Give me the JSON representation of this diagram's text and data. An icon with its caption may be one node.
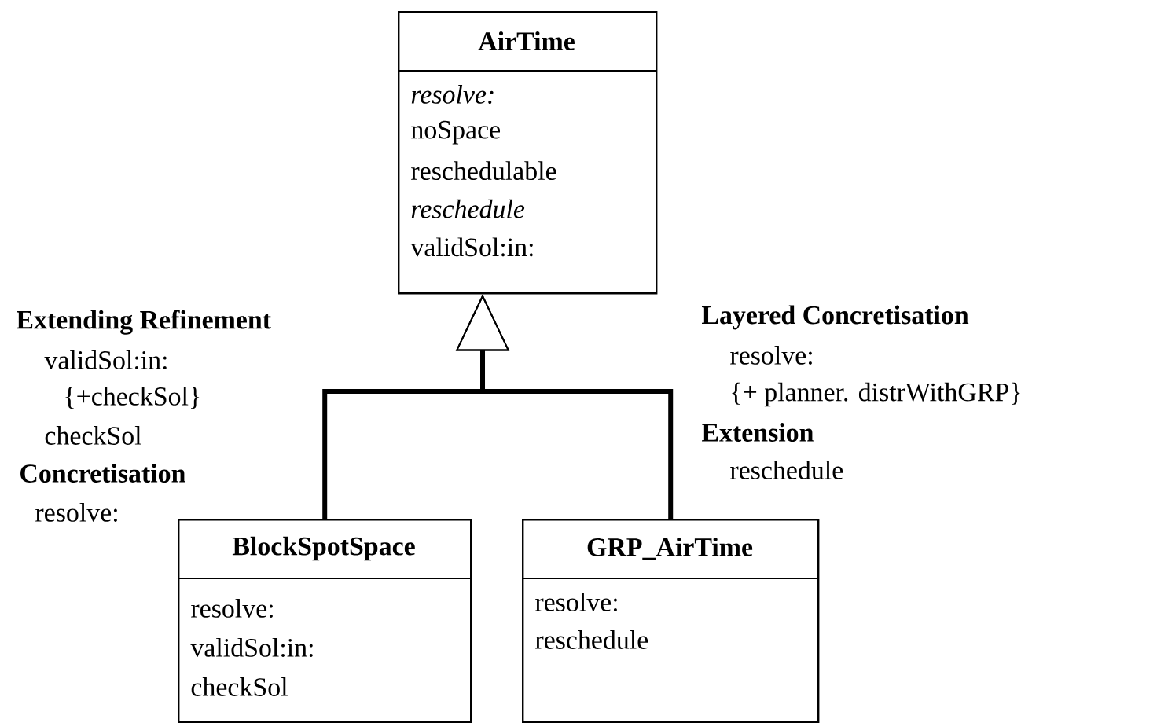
{
  "diagram": {
    "nodes": [
      {
        "text": [
          "AirTime",
          "*resolve:*",
          "noSpace",
          "reschedulable",
          "*reschedule*",
          "validSol:in:"
        ]
      },
      {
        "text": [
          "BlockSpotSpace",
          "resolve:",
          "validSol:in:",
          "checkSol"
        ]
      },
      {
        "text": [
          "GRP_AirTime",
          "resolve:",
          "reschedule"
        ]
      }
    ],
    "edges": [
      {
        "from": 1,
        "to": 0,
        "arrow": "to"
      },
      {
        "from": 2,
        "to": 0,
        "arrow": "to"
      }
    ],
    "labels": [
      "Extending Refinement",
      "validSol:in:",
      "{+checkSol}",
      "checkSol",
      "Concretisation",
      "resolve:",
      "Layered Concretisation",
      "resolve:",
      "{+ planner. distrWithGRP}",
      "Extension",
      "reschedule"
    ]
  }
}
